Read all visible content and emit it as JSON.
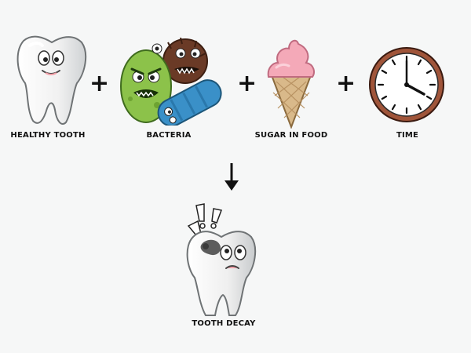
{
  "items": [
    {
      "label": "HEALTHY TOOTH",
      "icon": "healthy-tooth-icon"
    },
    {
      "label": "BACTERIA",
      "icon": "bacteria-icon"
    },
    {
      "label": "SUGAR IN FOOD",
      "icon": "ice-cream-icon"
    },
    {
      "label": "TIME",
      "icon": "clock-icon"
    }
  ],
  "operator": "+",
  "result": {
    "label": "TOOTH DECAY",
    "icon": "decayed-tooth-icon"
  },
  "colors": {
    "ink": "#111111",
    "clock_rim": "#a0553a",
    "ice_cream": "#f4a9b8",
    "cone": "#d9b98a",
    "bacteria_green": "#8cc24a",
    "bacteria_brown": "#6a3a26",
    "bacteria_blue": "#3a90c8",
    "decay_spot": "#5c5c5c"
  }
}
